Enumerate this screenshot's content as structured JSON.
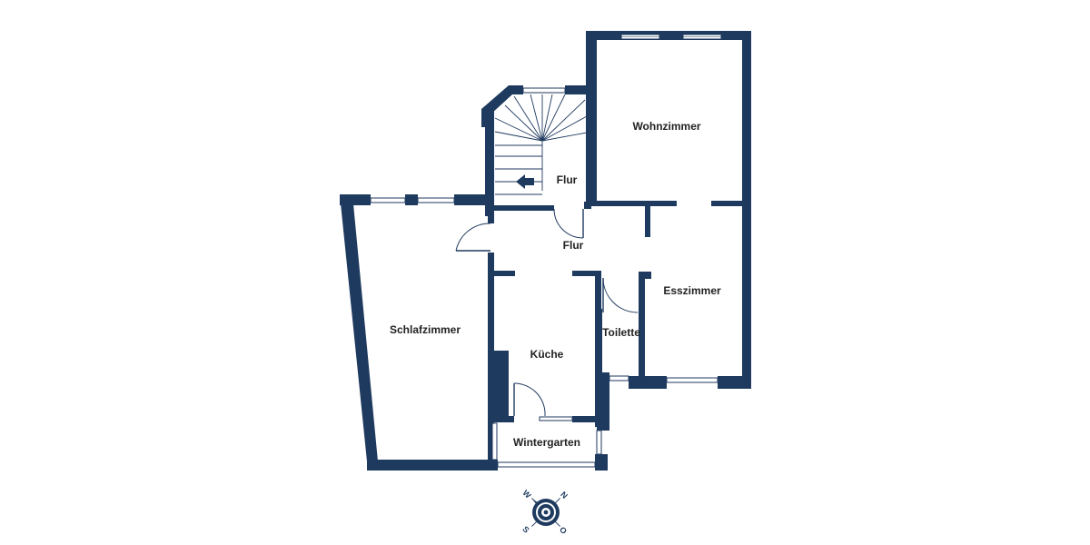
{
  "rooms": {
    "wohnzimmer": "Wohnzimmer",
    "flur_upper": "Flur",
    "flur_lower": "Flur",
    "schlafzimmer": "Schlafzimmer",
    "esszimmer": "Esszimmer",
    "kueche": "Küche",
    "toilette": "Toilette",
    "wintergarten": "Wintergarten"
  },
  "compass": {
    "n": "N",
    "o": "O",
    "s": "S",
    "w": "W"
  },
  "colors": {
    "wall": "#1f3a5f",
    "background": "#ffffff",
    "label": "#222222"
  }
}
